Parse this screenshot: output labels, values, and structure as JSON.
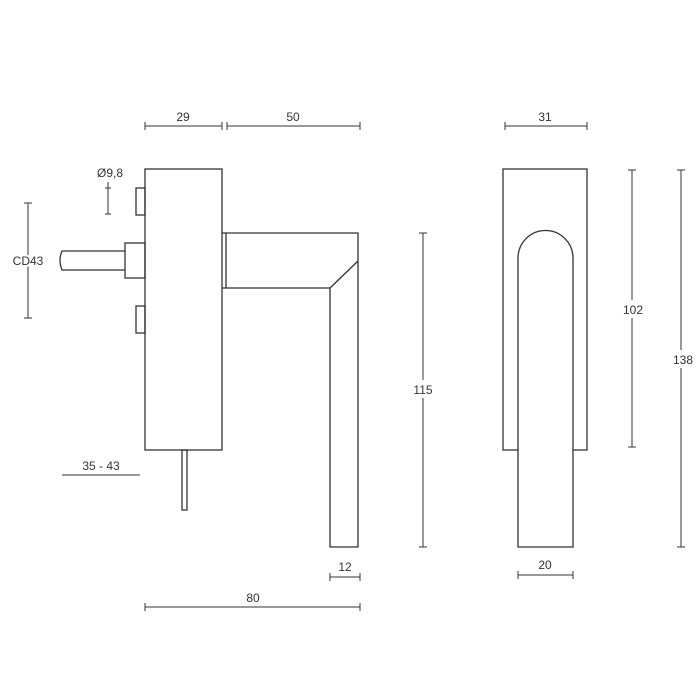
{
  "dimensions": {
    "base_width": "29",
    "handle_projection": "50",
    "diameter": "Ø9,8",
    "cd": "CD43",
    "pin_length": "35 - 43",
    "handle_length": "115",
    "handle_thickness": "12",
    "overall_depth": "80",
    "base_front_width": "31",
    "base_height": "102",
    "overall_height": "138",
    "handle_width": "20"
  }
}
